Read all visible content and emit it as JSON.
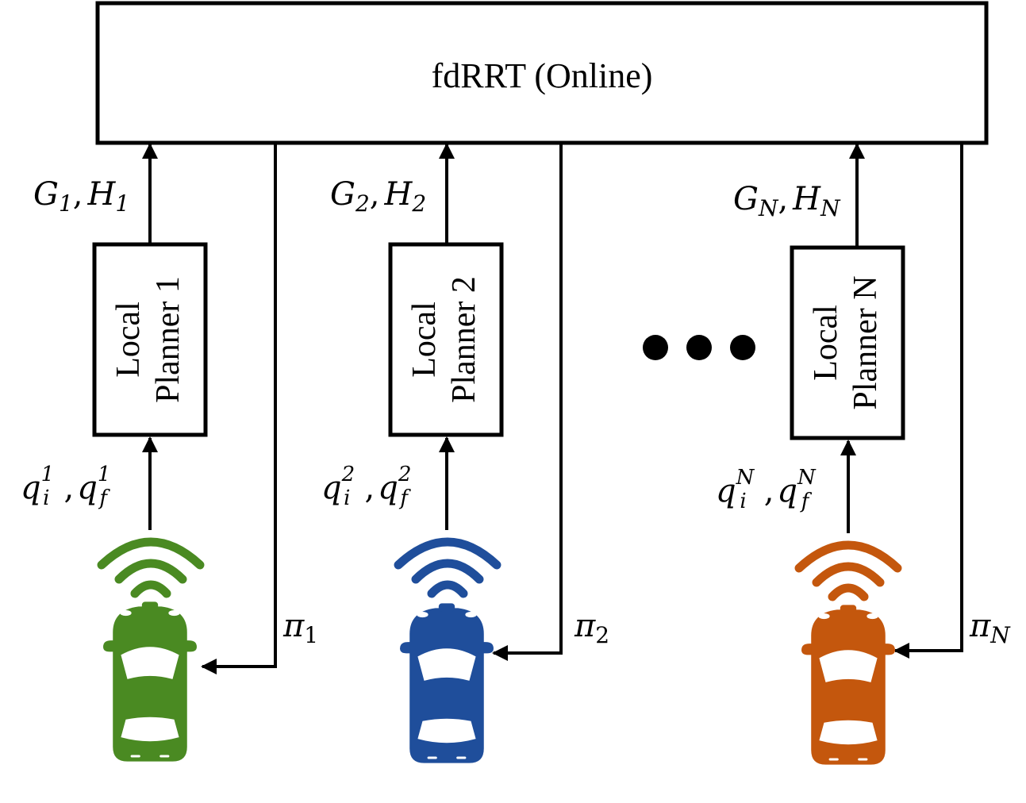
{
  "diagram": {
    "title": "fdRRT (Online)",
    "ellipsis": "• • •",
    "agents": [
      {
        "planner_line1": "Local",
        "planner_line2": "Planner 1",
        "gh": {
          "G": "G",
          "G_sub": "1",
          "sep": ",",
          "H": "H",
          "H_sub": "1"
        },
        "q": {
          "qi": "q",
          "qi_sup": "1",
          "qi_sub": "i",
          "sep": ",",
          "qf": "q",
          "qf_sup": "1",
          "qf_sub": "f"
        },
        "pi": {
          "sym": "π",
          "sub": "1"
        },
        "color": "#4a8a22"
      },
      {
        "planner_line1": "Local",
        "planner_line2": "Planner 2",
        "gh": {
          "G": "G",
          "G_sub": "2",
          "sep": ",",
          "H": "H",
          "H_sub": "2"
        },
        "q": {
          "qi": "q",
          "qi_sup": "2",
          "qi_sub": "i",
          "sep": ",",
          "qf": "q",
          "qf_sup": "2",
          "qf_sub": "f"
        },
        "pi": {
          "sym": "π",
          "sub": "2"
        },
        "color": "#1f4e9b"
      },
      {
        "planner_line1": "Local",
        "planner_line2": "Planner N",
        "gh": {
          "G": "G",
          "G_sub": "N",
          "sep": ",",
          "H": "H",
          "H_sub": "N"
        },
        "q": {
          "qi": "q",
          "qi_sup": "N",
          "qi_sub": "i",
          "sep": ",",
          "qf": "q",
          "qf_sup": "N",
          "qf_sub": "f"
        },
        "pi": {
          "sym": "π",
          "sub": "N"
        },
        "color": "#c4570d"
      }
    ]
  }
}
